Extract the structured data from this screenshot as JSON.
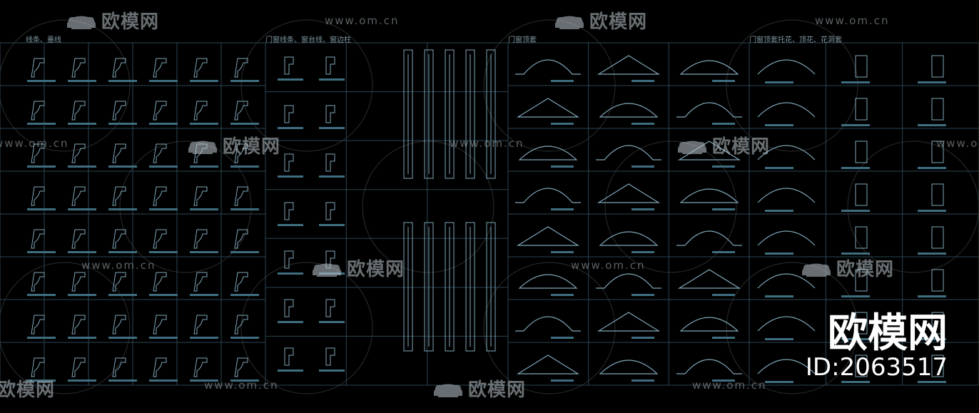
{
  "panels": {
    "moldings_title": "线条、墨线",
    "window_trim_title": "门窗线条、窗台线、窗边柱",
    "window_head_title": "门窗顶套",
    "window_head_bracket_title": "门窗顶套托花、顶花、花洞套"
  },
  "watermarks": {
    "logo_text": "欧模网",
    "url_text": "www.om.cn"
  },
  "brand": {
    "name": "欧模网",
    "id_text": "ID:2063517"
  },
  "colors": {
    "background": "#000000",
    "cad_line": "#7fa6b8",
    "cad_cell": "#2c4653",
    "cad_bar": "#3f6e80",
    "watermark": "#c8d0d4"
  }
}
